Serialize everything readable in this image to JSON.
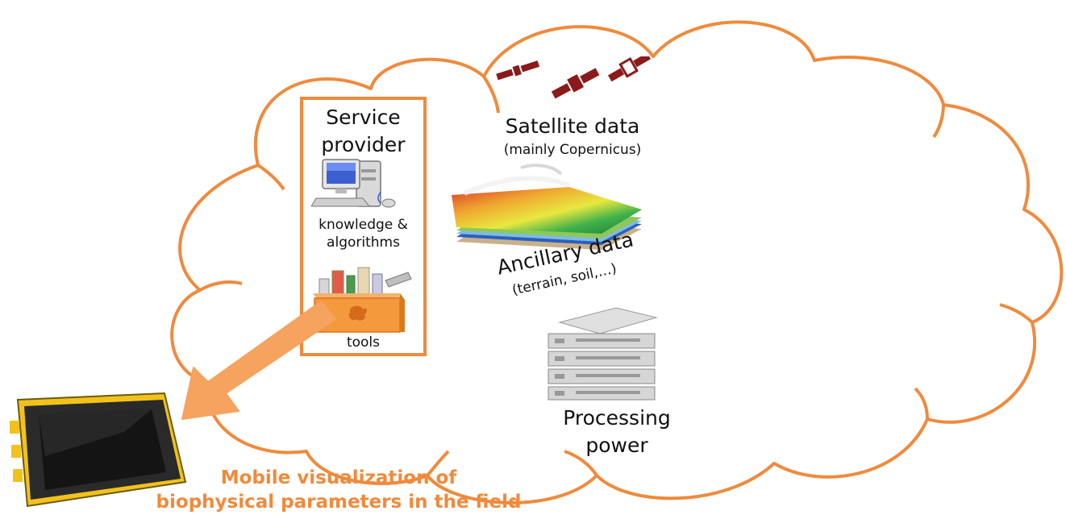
{
  "colors": {
    "accent": "#f08a3c",
    "cloud_outline": "#f08a3c",
    "satellite": "#8b1a1a",
    "tablet_frame": "#f2c21b"
  },
  "icons": {
    "satellites": "satellite-icon",
    "terrain": "terrain-layers-icon",
    "computer": "computer-icon",
    "toolbox": "toolbox-icon",
    "server": "server-rack-icon",
    "tablet": "rugged-tablet-icon",
    "arrow": "arrow-icon"
  },
  "service_provider": {
    "title_line1": "Service",
    "title_line2": "provider",
    "knowledge_line1": "knowledge &",
    "knowledge_line2": "algorithms",
    "tools": "tools"
  },
  "satellite": {
    "title": "Satellite data",
    "subtitle": "(mainly Copernicus)"
  },
  "ancillary": {
    "title": "Ancillary data",
    "subtitle": "(terrain, soil,…)"
  },
  "processing": {
    "line1": "Processing",
    "line2": "power"
  },
  "mobile": {
    "line1": "Mobile visualization of",
    "line2": "biophysical parameters in the field"
  }
}
